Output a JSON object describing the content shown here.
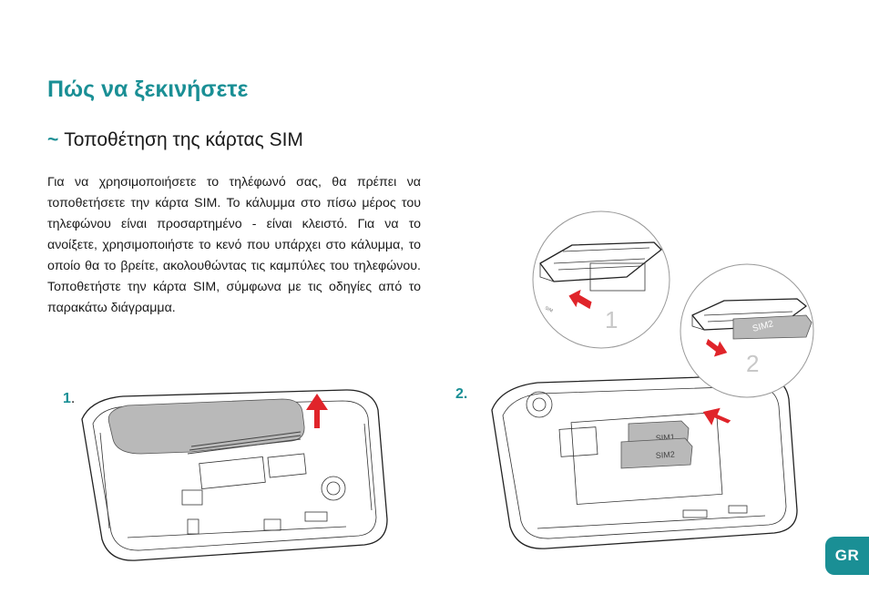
{
  "page": {
    "title": "Πώς να ξεκινήσετε",
    "section": {
      "prefix": "~",
      "title": "Τοποθέτηση της κάρτας SIM"
    },
    "body": "Για να χρησιμοποιήσετε το τηλέφωνό σας, θα πρέπει να τοποθετήσετε την κάρτα SIM. Το κάλυμμα στο πίσω μέρος του τηλεφώνου είναι προσαρτημένο - είναι κλειστό. Για να το ανοίξετε, χρησιμοποιήστε το κενό που υπάρχει στο κάλυμμα, το οποίο θα το βρείτε, ακολουθώντας τις καμπύλες του τηλεφώνου. Τοποθετήστε την κάρτα SIM, σύμφωνα με τις οδηγίες από το παρακάτω διάγραμμα."
  },
  "steps": [
    {
      "number": "1",
      "dot": "."
    },
    {
      "number": "2",
      "dot": "."
    }
  ],
  "figures": {
    "sim_labels": [
      "SIM1",
      "SIM2"
    ],
    "inset_numbers": [
      "1",
      "2"
    ],
    "arrow_color": "#e0242a",
    "card_color": "#b9b9b9"
  },
  "badge": {
    "language": "GR"
  },
  "colors": {
    "accent": "#1a8f95",
    "text": "#1a1a1a"
  }
}
